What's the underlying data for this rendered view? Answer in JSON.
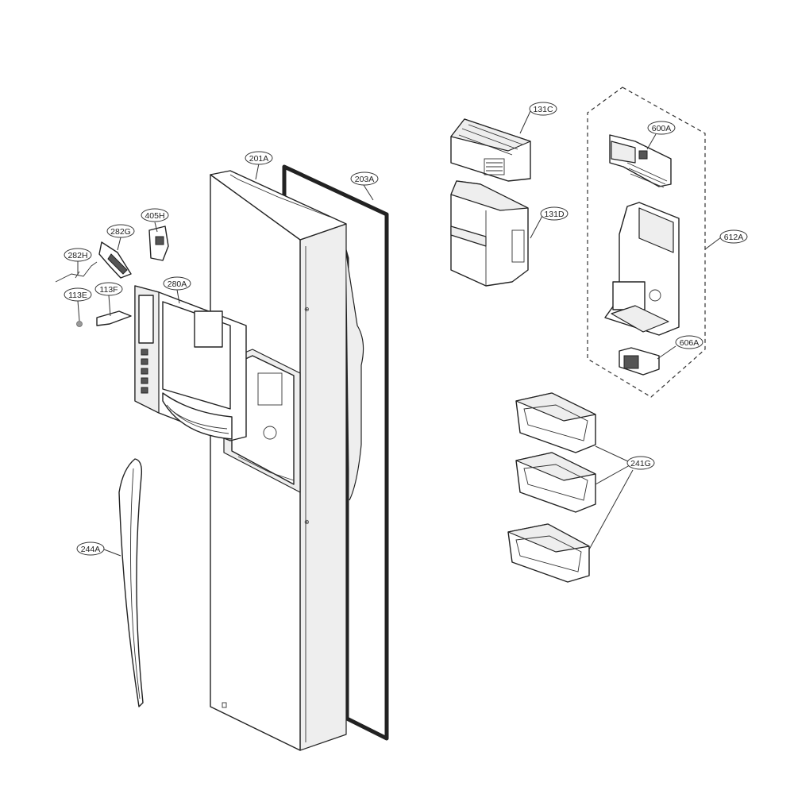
{
  "callouts": {
    "c201A": "201A",
    "c203A": "203A",
    "c405H": "405H",
    "c282G": "282G",
    "c282H": "282H",
    "c280A": "280A",
    "c113F": "113F",
    "c113E": "113E",
    "c244A": "244A",
    "c131C": "131C",
    "c131D": "131D",
    "c600A": "600A",
    "c612A": "612A",
    "c606A": "606A",
    "c241G": "241G"
  }
}
